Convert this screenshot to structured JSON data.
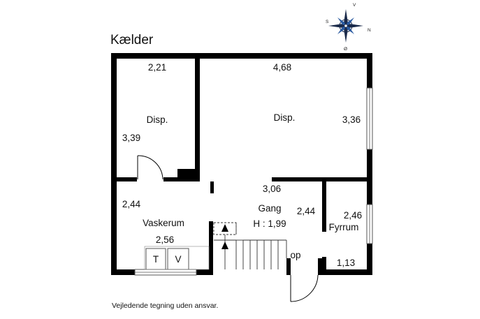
{
  "plan": {
    "title": "Kælder",
    "disclaimer": "Vejledende tegning uden ansvar.",
    "compass": {
      "n": "N",
      "s": "S",
      "v": "V",
      "o": "Ø"
    },
    "rooms": {
      "disp_left": {
        "name": "Disp.",
        "width": "2,21",
        "depth": "3,39"
      },
      "disp_right": {
        "name": "Disp.",
        "width": "4,68",
        "depth": "3,36"
      },
      "vaskerum": {
        "name": "Vaskerum",
        "depth": "2,44",
        "width": "2,56",
        "appliance_t": "T",
        "appliance_v": "V"
      },
      "gang": {
        "name": "Gang",
        "height": "H : 1,99",
        "width": "3,06",
        "depth": "2,44",
        "stair_label": "op"
      },
      "fyrrum": {
        "name": "Fyrrum",
        "depth": "2,46",
        "width": "1,13"
      }
    }
  }
}
